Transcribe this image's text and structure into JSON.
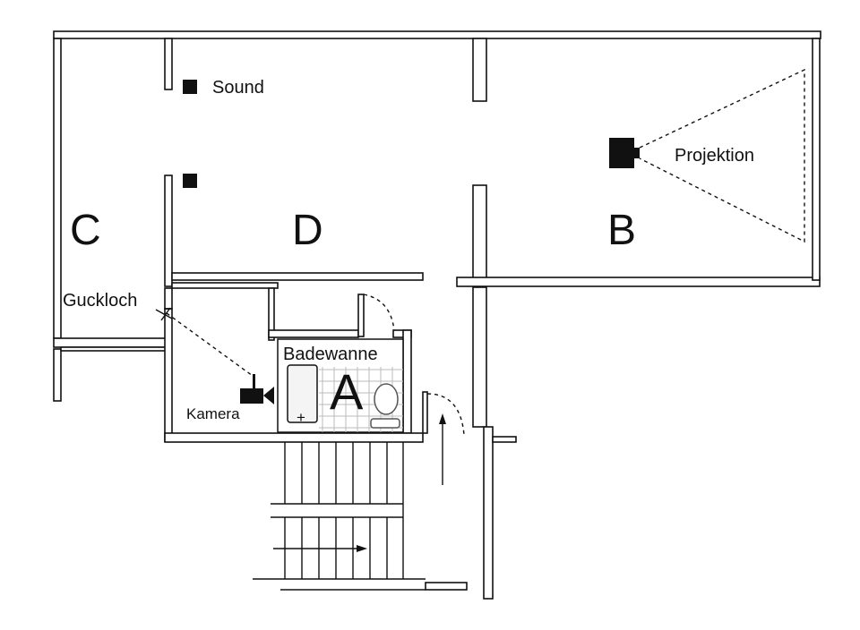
{
  "rooms": {
    "a": "A",
    "b": "B",
    "c": "C",
    "d": "D"
  },
  "labels": {
    "sound": "Sound",
    "projection": "Projektion",
    "peephole": "Guckloch",
    "bathtub": "Badewanne",
    "camera": "Kamera"
  },
  "colors": {
    "ink": "#111111",
    "grid": "#bbbbbb"
  }
}
